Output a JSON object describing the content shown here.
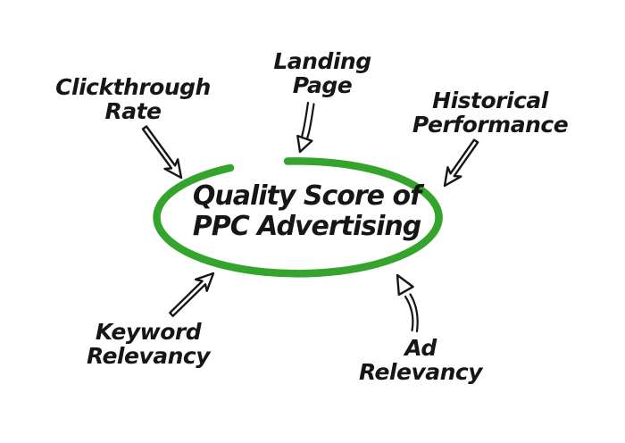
{
  "title": {
    "line1": "Quality Score of",
    "line2": "PPC Advertising"
  },
  "factors": [
    {
      "id": "clickthrough-rate",
      "line1": "Clickthrough",
      "line2": "Rate"
    },
    {
      "id": "landing-page",
      "line1": "Landing",
      "line2": "Page"
    },
    {
      "id": "historical-performance",
      "line1": "Historical",
      "line2": "Performance"
    },
    {
      "id": "keyword-relevancy",
      "line1": "Keyword",
      "line2": "Relevancy"
    },
    {
      "id": "ad-relevancy",
      "line1": "Ad",
      "line2": "Relevancy"
    }
  ],
  "colors": {
    "ellipse_stroke": "#34a42c",
    "text": "#161616",
    "background": "#ffffff"
  }
}
